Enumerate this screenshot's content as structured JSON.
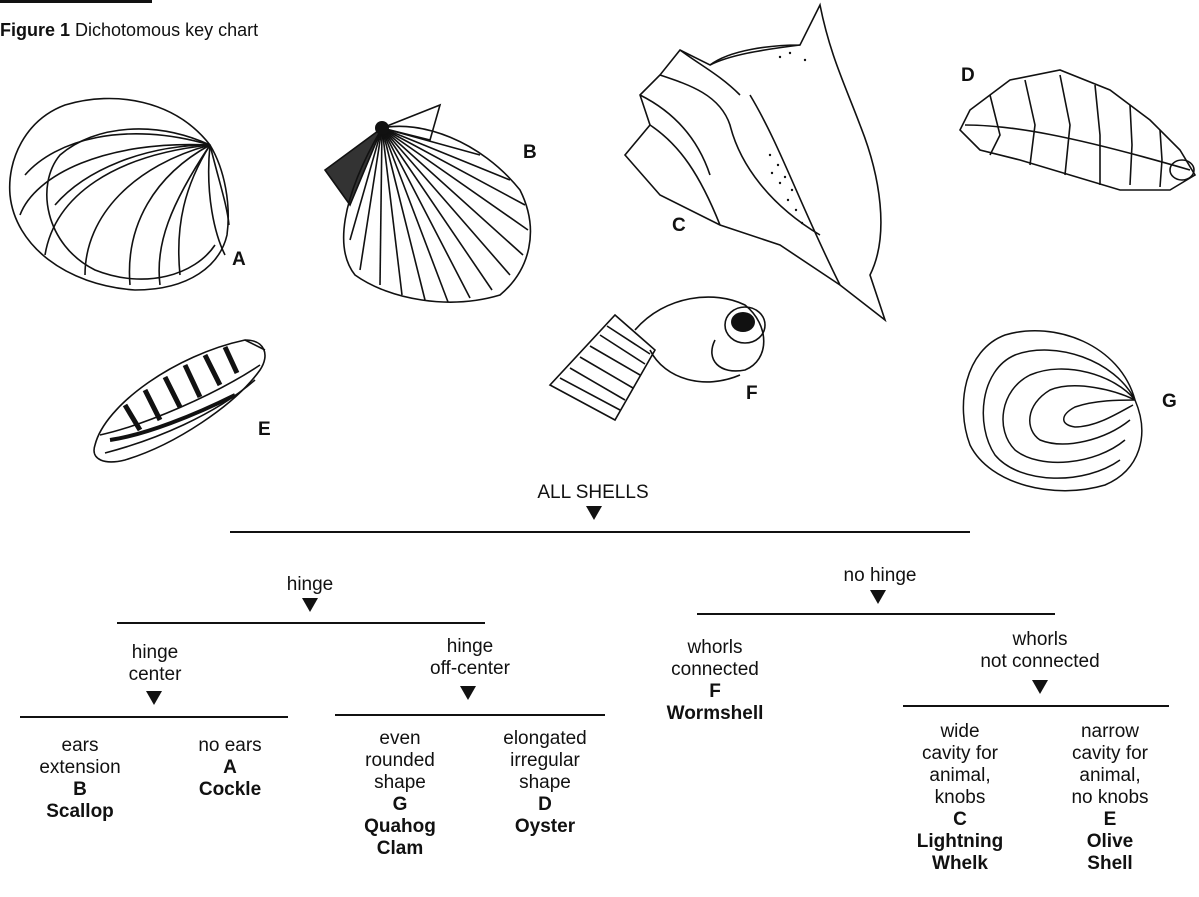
{
  "figure": {
    "number": "Figure 1",
    "caption": "Dichotomous key chart"
  },
  "shell_letters": {
    "a": "A",
    "b": "B",
    "c": "C",
    "d": "D",
    "e": "E",
    "f": "F",
    "g": "G"
  },
  "key": {
    "root": "ALL SHELLS",
    "hinge": "hinge",
    "no_hinge": "no hinge",
    "hinge_center": [
      "hinge",
      "center"
    ],
    "hinge_off_center": [
      "hinge",
      "off-center"
    ],
    "ears": {
      "lines": [
        "ears",
        "extension"
      ],
      "letter": "B",
      "name": "Scallop"
    },
    "no_ears": {
      "lines": [
        "no ears"
      ],
      "letter": "A",
      "name": "Cockle"
    },
    "even": {
      "lines": [
        "even",
        "rounded",
        "shape"
      ],
      "letter": "G",
      "name_lines": [
        "Quahog",
        "Clam"
      ]
    },
    "elongated": {
      "lines": [
        "elongated",
        "irregular",
        "shape"
      ],
      "letter": "D",
      "name": "Oyster"
    },
    "whorls_connected": {
      "lines": [
        "whorls",
        "connected"
      ],
      "letter": "F",
      "name": "Wormshell"
    },
    "whorls_not_connected": [
      "whorls",
      "not connected"
    ],
    "wide": {
      "lines": [
        "wide",
        "cavity for",
        "animal,",
        "knobs"
      ],
      "letter": "C",
      "name_lines": [
        "Lightning",
        "Whelk"
      ]
    },
    "narrow": {
      "lines": [
        "narrow",
        "cavity for",
        "animal,",
        "no knobs"
      ],
      "letter": "E",
      "name_lines": [
        "Olive",
        "Shell"
      ]
    }
  }
}
